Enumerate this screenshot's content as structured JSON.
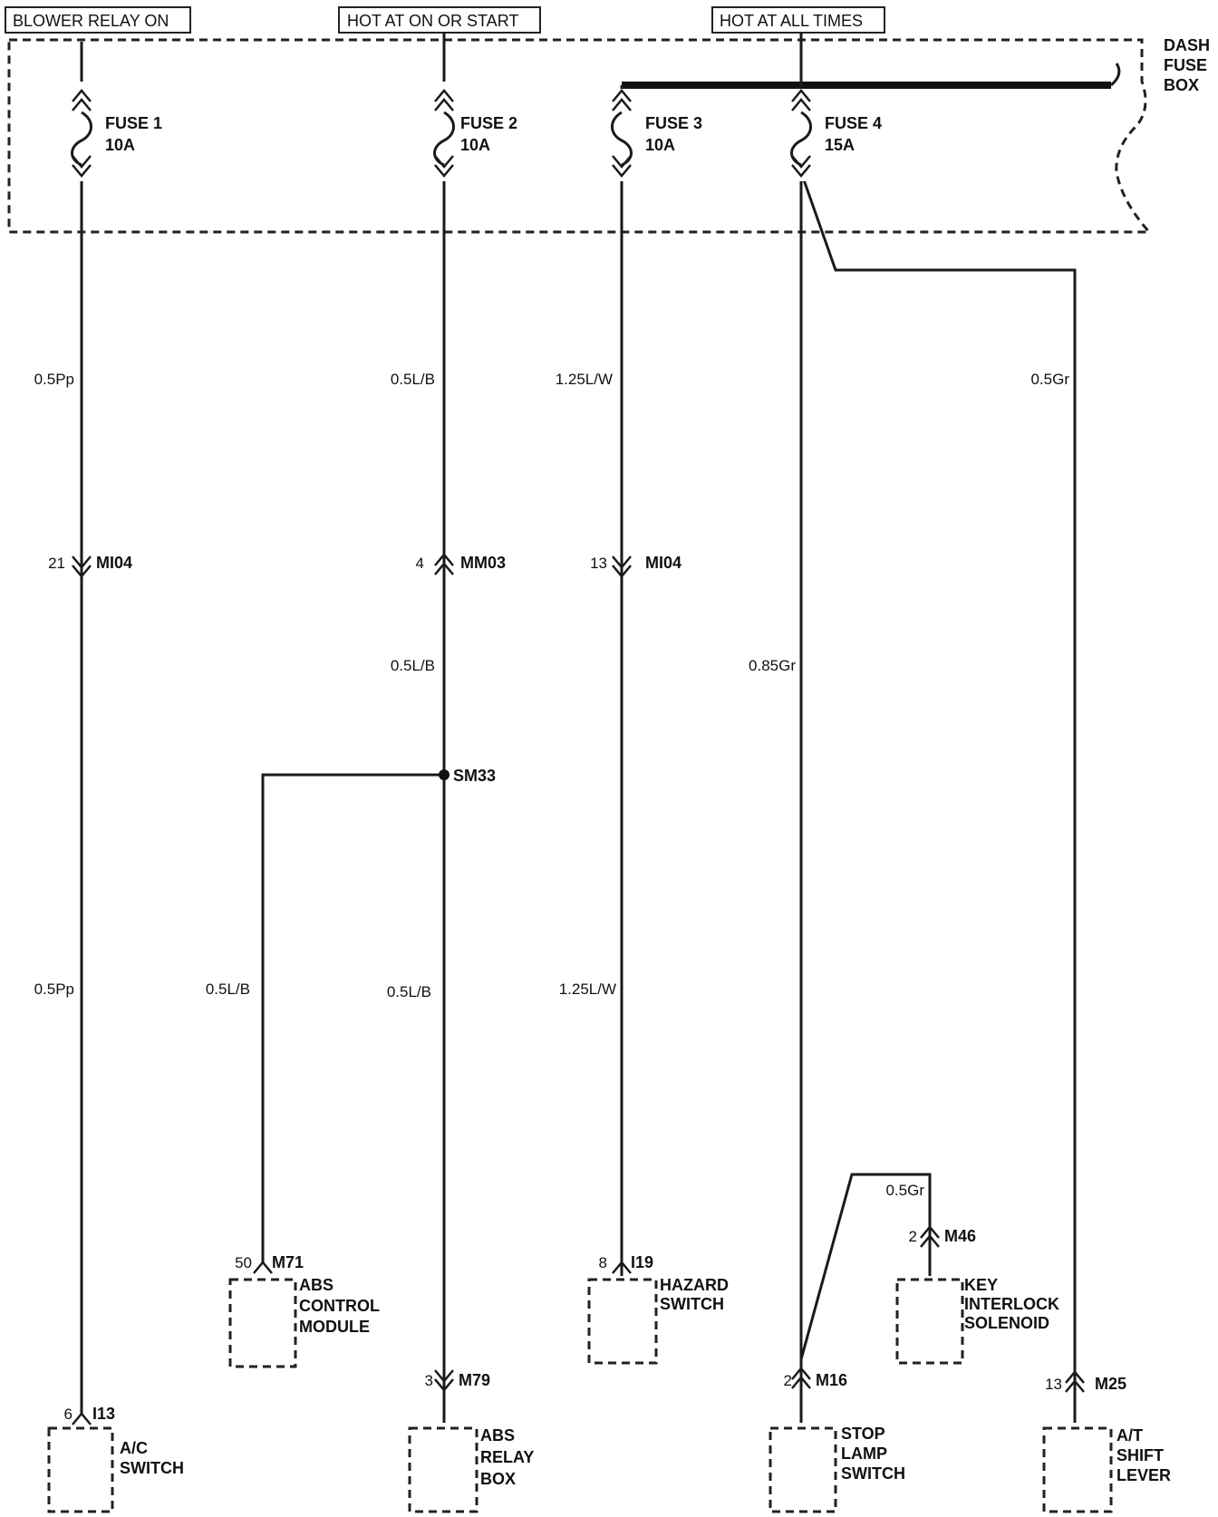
{
  "headers": {
    "blower": "BLOWER RELAY ON",
    "hot_on_start": "HOT AT ON OR START",
    "hot_all": "HOT AT ALL TIMES"
  },
  "fuse_box": {
    "line1": "DASH",
    "line2": "FUSE",
    "line3": "BOX"
  },
  "fuses": [
    {
      "name": "FUSE 1",
      "rating": "10A"
    },
    {
      "name": "FUSE 2",
      "rating": "10A"
    },
    {
      "name": "FUSE 3",
      "rating": "10A"
    },
    {
      "name": "FUSE 4",
      "rating": "15A"
    }
  ],
  "wire_labels": {
    "c1_upper": "0.5Pp",
    "c1_lower": "0.5Pp",
    "c2_upper": "0.5L/B",
    "c2_mid": "0.5L/B",
    "c2_abs_branch": "0.5L/B",
    "c2_lower": "0.5L/B",
    "c3_upper": "1.25L/W",
    "c3_lower": "1.25L/W",
    "c4_stop": "0.85Gr",
    "c4_shift": "0.5Gr",
    "c4_key": "0.5Gr"
  },
  "connectors": {
    "mi04_a": {
      "pin": "21",
      "name": "MI04"
    },
    "mm03": {
      "pin": "4",
      "name": "MM03"
    },
    "mi04_b": {
      "pin": "13",
      "name": "MI04"
    },
    "sm33": {
      "name": "SM33"
    },
    "m71": {
      "pin": "50",
      "name": "M71"
    },
    "i19": {
      "pin": "8",
      "name": "I19"
    },
    "m46": {
      "pin": "2",
      "name": "M46"
    },
    "m79": {
      "pin": "3",
      "name": "M79"
    },
    "m16": {
      "pin": "2",
      "name": "M16"
    },
    "m25": {
      "pin": "13",
      "name": "M25"
    },
    "i13": {
      "pin": "6",
      "name": "I13"
    }
  },
  "components": {
    "ac_switch": [
      "A/C",
      "SWITCH"
    ],
    "abs_control": [
      "ABS",
      "CONTROL",
      "MODULE"
    ],
    "abs_relay": [
      "ABS",
      "RELAY",
      "BOX"
    ],
    "hazard": [
      "HAZARD",
      "SWITCH"
    ],
    "key_interlock": [
      "KEY",
      "INTERLOCK",
      "SOLENOID"
    ],
    "stop_lamp": [
      "STOP",
      "LAMP",
      "SWITCH"
    ],
    "shift_lever": [
      "A/T",
      "SHIFT",
      "LEVER"
    ]
  }
}
